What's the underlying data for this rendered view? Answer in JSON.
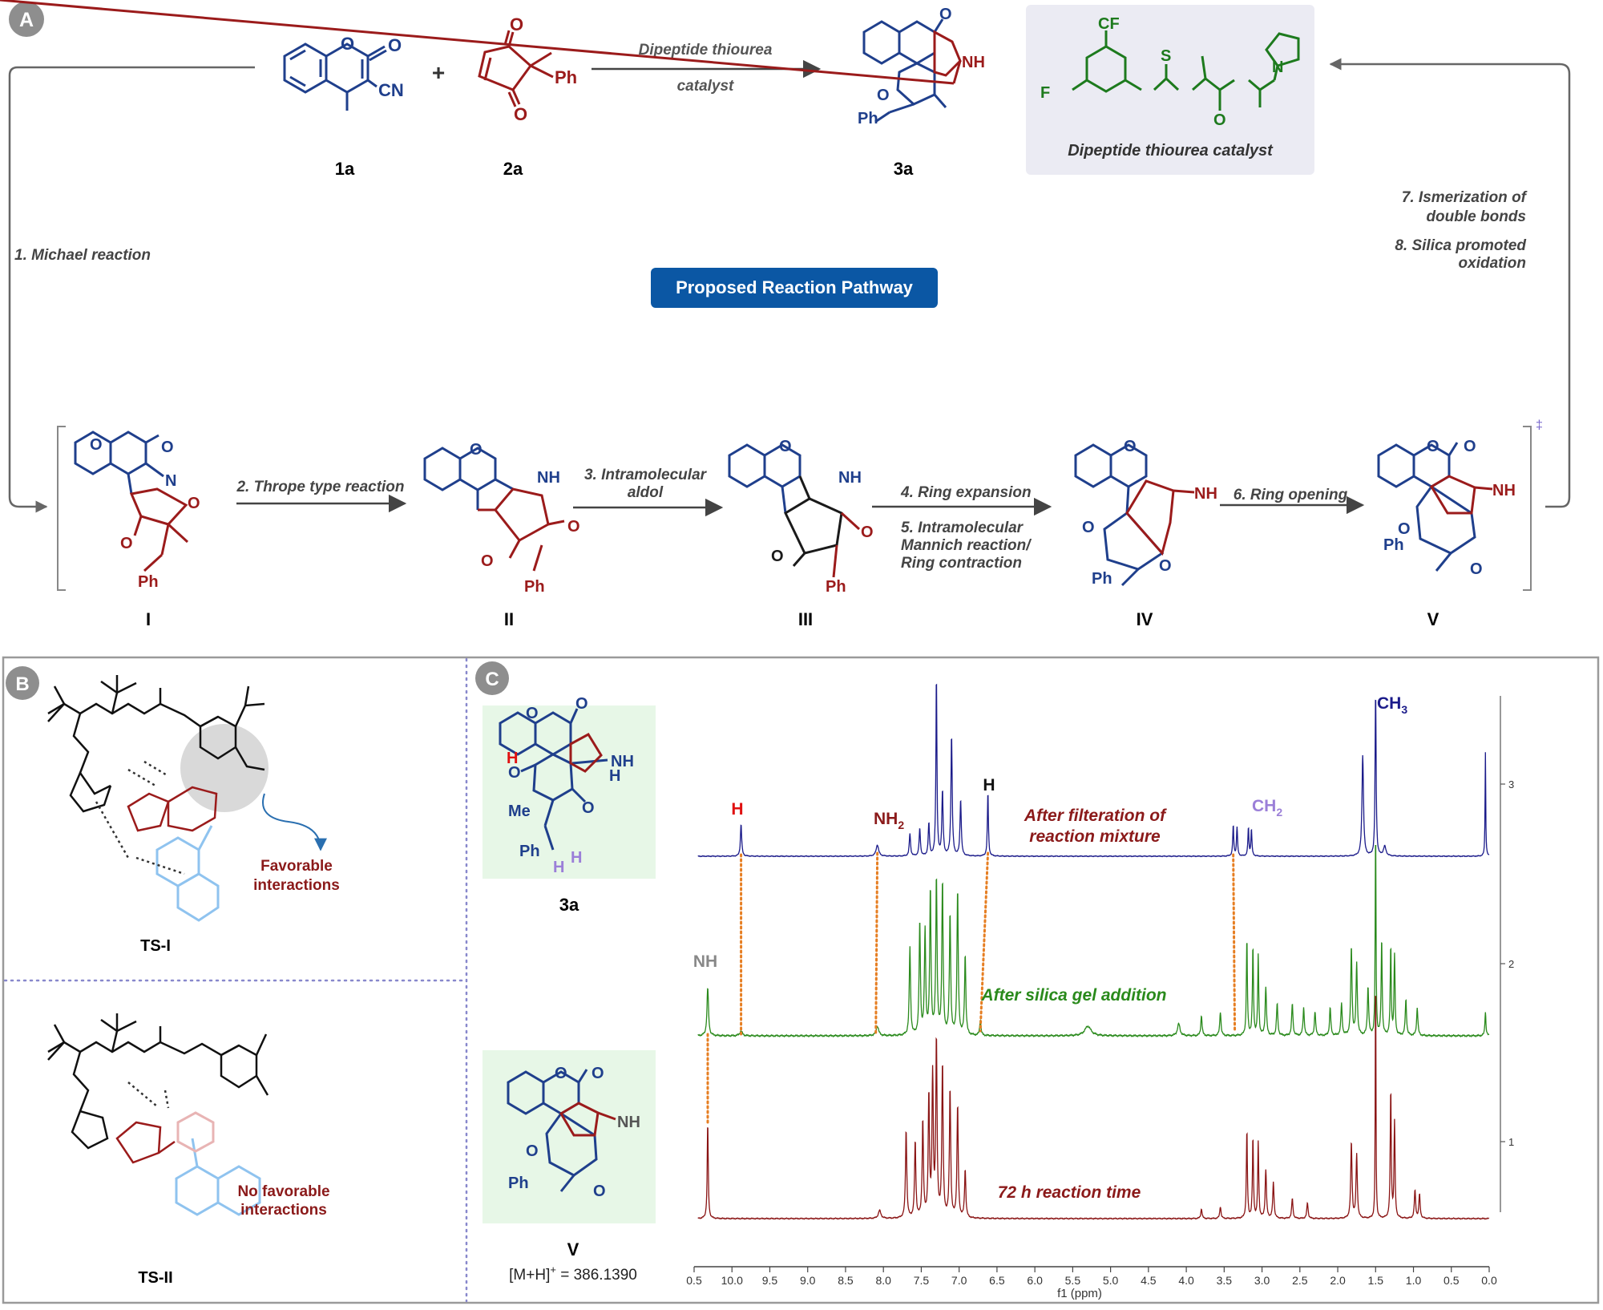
{
  "colors": {
    "blue": "#1f3f8c",
    "red": "#9b1b1b",
    "green": "#1d7a1d",
    "lightblue": "#8fc3ef",
    "badge_blue": "#0b57a4",
    "orange": "#e67e22",
    "gray": "#9a9a9a",
    "spectrum_top": "#1b1b8a",
    "spectrum_mid": "#2a8a1c",
    "spectrum_bot": "#8a1414",
    "ch2_purple": "#9b7fd8"
  },
  "panels": {
    "a_label": "A",
    "b_label": "B",
    "c_label": "C"
  },
  "panel_a": {
    "plus": "+",
    "arrow_top": "Dipeptide thiourea",
    "arrow_bottom": "catalyst",
    "cmpd_1a": "1a",
    "cmpd_2a": "2a",
    "cmpd_3a": "3a",
    "catalyst_caption": "Dipeptide thiourea catalyst",
    "pathway_badge": "Proposed Reaction Pathway",
    "step1": "1. Michael reaction",
    "step2": "2. Thrope type reaction",
    "step3a": "3. Intramolecular",
    "step3b": "aldol",
    "step4": "4. Ring expansion",
    "step5a": "5. Intramolecular",
    "step5b": "Mannich reaction/",
    "step5c": "Ring contraction",
    "step6": "6. Ring opening",
    "step7a": "7. Ismerization of",
    "step7b": "double bonds",
    "step8a": "8. Silica promoted",
    "step8b": "oxidation",
    "int_I": "I",
    "int_II": "II",
    "int_III": "III",
    "int_IV": "IV",
    "int_V": "V",
    "dagger": "‡",
    "labels": {
      "CN": "CN",
      "Ph": "Ph",
      "NH2": "NH",
      "NH": "NH",
      "N": "N",
      "CF3": "CF",
      "F3C": "F",
      "S": "S",
      "H": "H",
      "O": "O"
    }
  },
  "panel_b": {
    "ts1": "TS-I",
    "ts2": "TS-II",
    "favorable_line1": "Favorable",
    "favorable_line2": "interactions",
    "nofav_line1": "No favorable",
    "nofav_line2": "interactions"
  },
  "panel_c": {
    "cmpd_3a": "3a",
    "cmpd_V": "V",
    "mass_left": "[M+H]",
    "mass_sup": "+",
    "mass_right": " = 386.1390",
    "trace_top_line1": "After filteration of",
    "trace_top_line2": "reaction mixture",
    "trace_mid": "After silica gel addition",
    "trace_bot": "72 h reaction time",
    "peak_H": "H",
    "peak_NH2": "NH",
    "peak_NH2_sub": "2",
    "peak_H2": "H",
    "peak_CH2": "CH",
    "peak_CH2_sub": "2",
    "peak_CH3": "CH",
    "peak_CH3_sub": "3",
    "peak_NH": "NH",
    "Me": "Me",
    "xlabel": "f1 (ppm)",
    "x_ticks": [
      "0.5",
      "10.0",
      "9.5",
      "9.0",
      "8.5",
      "8.0",
      "7.5",
      "7.0",
      "6.5",
      "6.0",
      "5.5",
      "5.0",
      "4.5",
      "4.0",
      "3.5",
      "3.0",
      "2.5",
      "2.0",
      "1.5",
      "1.0",
      "0.5",
      "0.0"
    ],
    "y_ticks": [
      "3",
      "2",
      "1"
    ]
  }
}
